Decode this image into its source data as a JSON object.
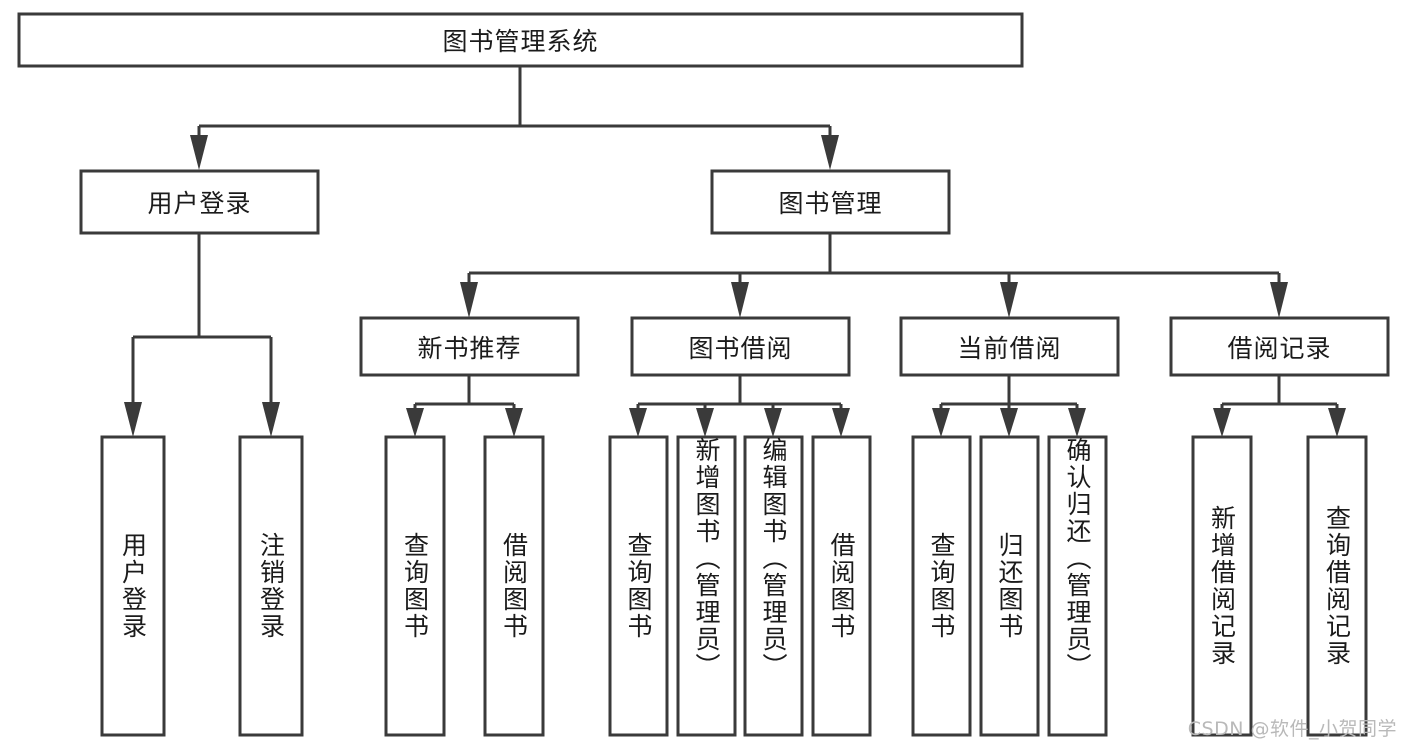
{
  "diagram": {
    "type": "tree",
    "title": "图书管理系统",
    "orientation": "top-down",
    "colors": {
      "background": "#ffffff",
      "box_fill": "#ffffff",
      "box_stroke": "#3a3a3a",
      "text": "#1b1b1b",
      "watermark": "#b9b9b9"
    },
    "root": {
      "label": "图书管理系统",
      "text_orientation": "horizontal"
    },
    "level2": [
      {
        "label": "用户登录",
        "text_orientation": "horizontal"
      },
      {
        "label": "图书管理",
        "text_orientation": "horizontal"
      }
    ],
    "level3": [
      {
        "label": "新书推荐",
        "text_orientation": "horizontal",
        "parent": "图书管理"
      },
      {
        "label": "图书借阅",
        "text_orientation": "horizontal",
        "parent": "图书管理"
      },
      {
        "label": "当前借阅",
        "text_orientation": "horizontal",
        "parent": "图书管理"
      },
      {
        "label": "借阅记录",
        "text_orientation": "horizontal",
        "parent": "图书管理"
      }
    ],
    "leaves": {
      "用户登录": [
        {
          "label": "用户登录",
          "text_orientation": "vertical"
        },
        {
          "label": "注销登录",
          "text_orientation": "vertical"
        }
      ],
      "新书推荐": [
        {
          "label": "查询图书",
          "text_orientation": "vertical"
        },
        {
          "label": "借阅图书",
          "text_orientation": "vertical"
        }
      ],
      "图书借阅": [
        {
          "label": "查询图书",
          "text_orientation": "vertical"
        },
        {
          "label": "新增图书（管理员）",
          "text_orientation": "vertical"
        },
        {
          "label": "编辑图书（管理员）",
          "text_orientation": "vertical"
        },
        {
          "label": "借阅图书",
          "text_orientation": "vertical"
        }
      ],
      "当前借阅": [
        {
          "label": "查询图书",
          "text_orientation": "vertical"
        },
        {
          "label": "归还图书",
          "text_orientation": "vertical"
        },
        {
          "label": "确认归还（管理员）",
          "text_orientation": "vertical"
        }
      ],
      "借阅记录": [
        {
          "label": "新增借阅记录",
          "text_orientation": "vertical"
        },
        {
          "label": "查询借阅记录",
          "text_orientation": "vertical"
        }
      ]
    }
  },
  "watermark": {
    "text": "CSDN @软件_小贺同学"
  }
}
